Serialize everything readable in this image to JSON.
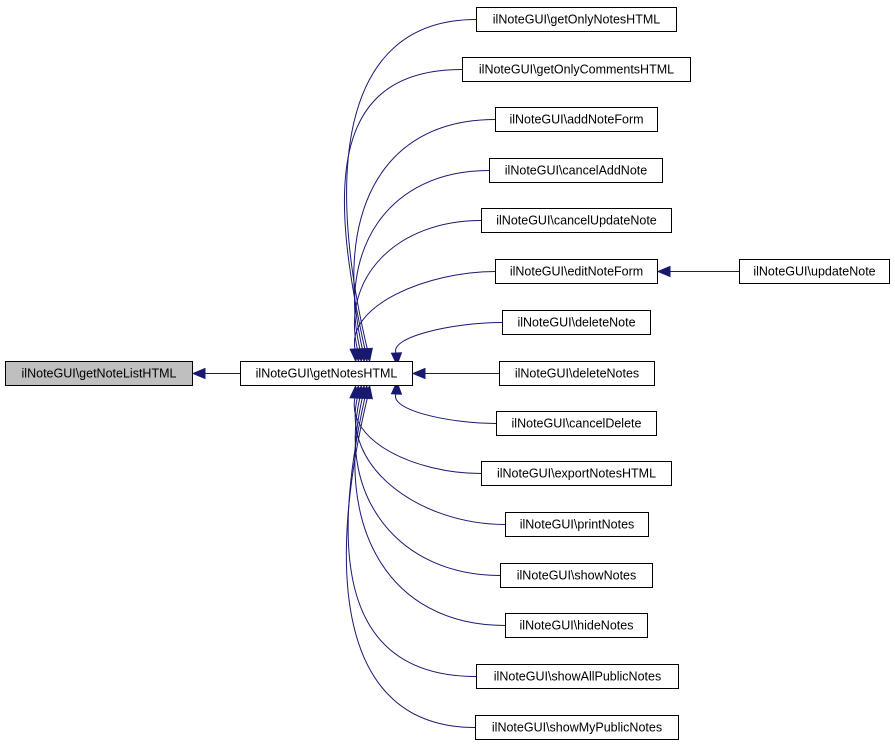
{
  "diagram": {
    "nodes": {
      "root": "ilNoteGUI\\getNoteListHTML",
      "center": "ilNoteGUI\\getNotesHTML",
      "callers": [
        "ilNoteGUI\\getOnlyNotesHTML",
        "ilNoteGUI\\getOnlyCommentsHTML",
        "ilNoteGUI\\addNoteForm",
        "ilNoteGUI\\cancelAddNote",
        "ilNoteGUI\\cancelUpdateNote",
        "ilNoteGUI\\editNoteForm",
        "ilNoteGUI\\deleteNote",
        "ilNoteGUI\\deleteNotes",
        "ilNoteGUI\\cancelDelete",
        "ilNoteGUI\\exportNotesHTML",
        "ilNoteGUI\\printNotes",
        "ilNoteGUI\\showNotes",
        "ilNoteGUI\\hideNotes",
        "ilNoteGUI\\showAllPublicNotes",
        "ilNoteGUI\\showMyPublicNotes"
      ],
      "far": "ilNoteGUI\\updateNote"
    },
    "colors": {
      "edge": "#191970",
      "root_fill": "#bfbfbf",
      "node_fill": "#ffffff"
    }
  }
}
